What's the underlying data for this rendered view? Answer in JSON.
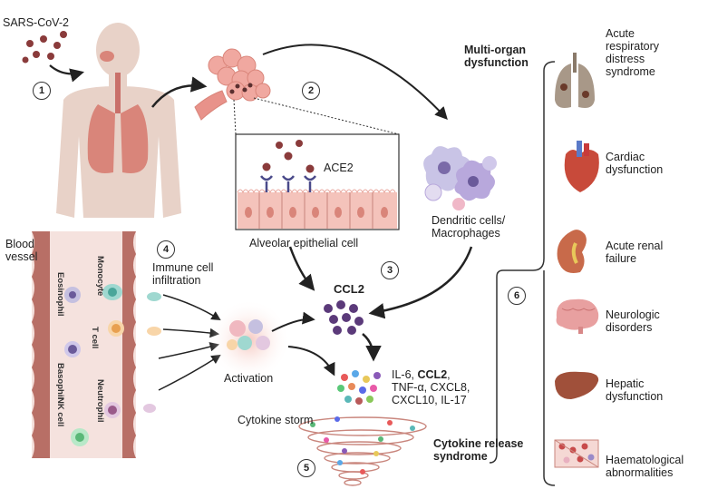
{
  "virus_label": "SARS-CoV-2",
  "steps": [
    "1",
    "2",
    "3",
    "4",
    "5",
    "6"
  ],
  "ace2_label": "ACE2",
  "alveolar_label": "Alveolar epithelial cell",
  "dendritic_label_1": "Dendritic cells/",
  "dendritic_label_2": "Macrophages",
  "blood_vessel_1": "Blood",
  "blood_vessel_2": "vessel",
  "immune_infiltration_1": "Immune cell",
  "immune_infiltration_2": "infiltration",
  "activation_label": "Activation",
  "ccl2_label": "CCL2",
  "cytokines_line1_a": "IL-6, ",
  "cytokines_line1_b": "CCL2",
  "cytokines_line1_c": ",",
  "cytokines_line2": "TNF-α, CXCL8,",
  "cytokines_line3": "CXCL10, IL-17",
  "cytokine_storm_label": "Cytokine storm",
  "crs_label_1": "Cytokine release",
  "crs_label_2": "syndrome",
  "mod_label_1": "Multi-organ",
  "mod_label_2": "dysfunction",
  "immune_cells": [
    "Monocyte",
    "Eosinophil",
    "T cell",
    "Basophil",
    "Neutrophil",
    "NK cell"
  ],
  "outcomes": [
    {
      "lines": [
        "Acute",
        "respiratory",
        "distress",
        "syndrome"
      ]
    },
    {
      "lines": [
        "Cardiac",
        "dysfunction"
      ]
    },
    {
      "lines": [
        "Acute renal",
        "failure"
      ]
    },
    {
      "lines": [
        "Neurologic",
        "disorders"
      ]
    },
    {
      "lines": [
        "Hepatic",
        "dysfunction"
      ]
    },
    {
      "lines": [
        "Haematological",
        "abnormalities"
      ]
    }
  ],
  "colors": {
    "virus": "#8a3b3b",
    "body": "#e8d2c8",
    "lung": "#d9857a",
    "vessel": "#c9867d",
    "receptor": "#4a4a8a",
    "ccl2": "#5b3a7a"
  }
}
